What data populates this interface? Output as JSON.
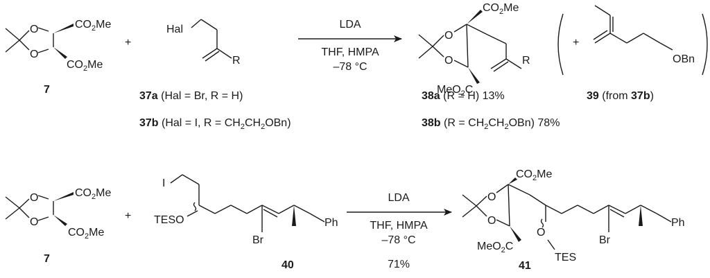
{
  "reaction1": {
    "reagent": "LDA",
    "conditions": "THF, HMPA",
    "temperature": "–78 °C",
    "plus1": "+",
    "plus2": "+",
    "sm": {
      "number": "7",
      "ester_top": "CO2Me",
      "ester_bottom": "CO2Me",
      "o_top": "O",
      "o_bottom": "O"
    },
    "halide": {
      "hal": "Hal",
      "r": "R",
      "a_num": "37a",
      "a_text": " (Hal = Br, R = H)",
      "b_num": "37b",
      "b_text": " (Hal = I, R = CH2CH2OBn)"
    },
    "product": {
      "ester_top": "CO2Me",
      "ester_bottom": "MeO2C",
      "o_top": "O",
      "o_bottom": "O",
      "r": "R",
      "a_num": "38a",
      "a_text": " (R = H) 13%",
      "b_num": "38b",
      "b_text": " (R = CH2CH2OBn) 78%"
    },
    "side_product": {
      "label": "OBn",
      "num": "39",
      "text_pre": " (from ",
      "text_num": "37b",
      "text_post": ")"
    }
  },
  "reaction2": {
    "reagent": "LDA",
    "conditions": "THF, HMPA",
    "temperature": "–78 °C",
    "yield": "71%",
    "plus": "+",
    "sm": {
      "number": "7",
      "ester_top": "CO2Me",
      "ester_bottom": "CO2Me",
      "o_top": "O",
      "o_bottom": "O"
    },
    "iodide": {
      "number": "40",
      "i": "I",
      "tes": "TESO",
      "br": "Br",
      "ph": "Ph"
    },
    "product": {
      "number": "41",
      "ester_top": "CO2Me",
      "ester_bottom": "MeO2C",
      "o_top": "O",
      "o_bottom": "O",
      "o_tes": "O",
      "tes": "TES",
      "br": "Br",
      "ph": "Ph"
    }
  }
}
